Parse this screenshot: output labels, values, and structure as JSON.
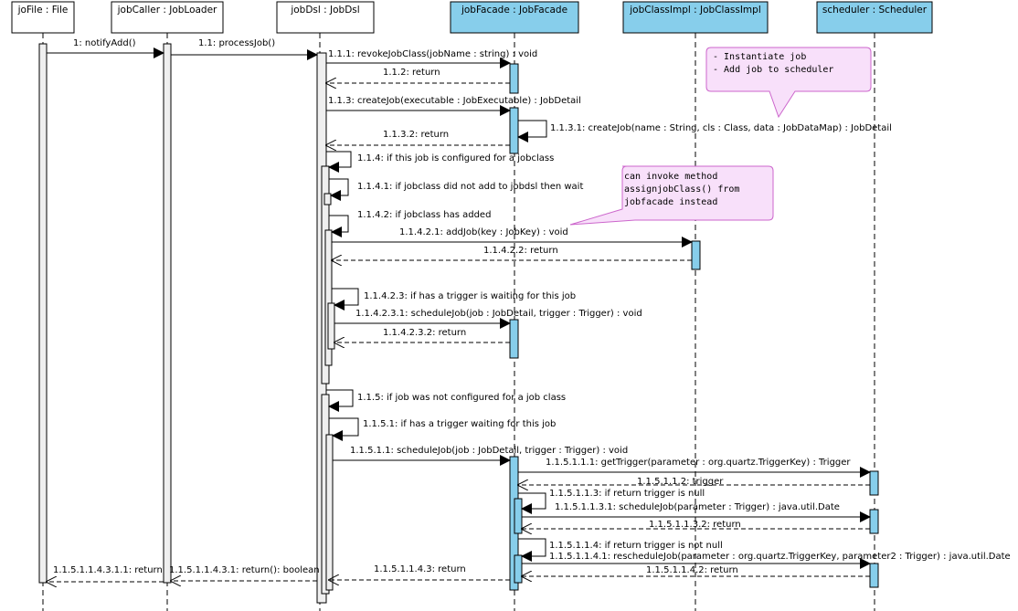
{
  "participants": [
    {
      "id": "jofile",
      "label": "joFile : File",
      "highlight": false
    },
    {
      "id": "jobcaller",
      "label": "jobCaller : JobLoader",
      "highlight": false
    },
    {
      "id": "jobdsl",
      "label": "jobDsl : JobDsl",
      "highlight": false
    },
    {
      "id": "jobfacade",
      "label": "jobFacade : JobFacade",
      "highlight": true
    },
    {
      "id": "jobclassimpl",
      "label": "jobClassImpl : JobClassImpl",
      "highlight": true
    },
    {
      "id": "scheduler",
      "label": "scheduler : Scheduler",
      "highlight": true
    }
  ],
  "messages": [
    {
      "id": "m1",
      "label": "1: notifyAdd()",
      "from": "jofile",
      "to": "jobcaller",
      "kind": "sync"
    },
    {
      "id": "m1_1",
      "label": "1.1: processJob()",
      "from": "jobcaller",
      "to": "jobdsl",
      "kind": "sync"
    },
    {
      "id": "m1_1_1",
      "label": "1.1.1: revokeJobClass(jobName : string) : void",
      "from": "jobdsl",
      "to": "jobfacade",
      "kind": "sync"
    },
    {
      "id": "m1_1_2",
      "label": "1.1.2: return",
      "from": "jobfacade",
      "to": "jobdsl",
      "kind": "return"
    },
    {
      "id": "m1_1_3",
      "label": "1.1.3: createJob(executable : JobExecutable) : JobDetail",
      "from": "jobdsl",
      "to": "jobfacade",
      "kind": "sync"
    },
    {
      "id": "m1_1_3_1",
      "label": "1.1.3.1: createJob(name : String, cls : Class, data : JobDataMap) : JobDetail",
      "from": "jobfacade",
      "to": "jobfacade",
      "kind": "self"
    },
    {
      "id": "m1_1_3_2",
      "label": "1.1.3.2: return",
      "from": "jobfacade",
      "to": "jobdsl",
      "kind": "return"
    },
    {
      "id": "m1_1_4",
      "label": "1.1.4: if this job is configured for a jobclass",
      "from": "jobdsl",
      "to": "jobdsl",
      "kind": "self"
    },
    {
      "id": "m1_1_4_1",
      "label": "1.1.4.1: if jobclass did not add to jobdsl then wait",
      "from": "jobdsl",
      "to": "jobdsl",
      "kind": "self"
    },
    {
      "id": "m1_1_4_2",
      "label": "1.1.4.2: if jobclass has added",
      "from": "jobdsl",
      "to": "jobdsl",
      "kind": "self"
    },
    {
      "id": "m1_1_4_2_1",
      "label": "1.1.4.2.1: addJob(key : JobKey) : void",
      "from": "jobdsl",
      "to": "jobclassimpl",
      "kind": "sync"
    },
    {
      "id": "m1_1_4_2_2",
      "label": "1.1.4.2.2: return",
      "from": "jobclassimpl",
      "to": "jobdsl",
      "kind": "return"
    },
    {
      "id": "m1_1_4_2_3",
      "label": "1.1.4.2.3: if has a trigger is waiting for this job",
      "from": "jobdsl",
      "to": "jobdsl",
      "kind": "self"
    },
    {
      "id": "m1_1_4_2_3_1",
      "label": "1.1.4.2.3.1: scheduleJob(job : JobDetail, trigger : Trigger) : void",
      "from": "jobdsl",
      "to": "jobfacade",
      "kind": "sync"
    },
    {
      "id": "m1_1_4_2_3_2",
      "label": "1.1.4.2.3.2: return",
      "from": "jobfacade",
      "to": "jobdsl",
      "kind": "return"
    },
    {
      "id": "m1_1_5",
      "label": "1.1.5: if job was not configured for a job class",
      "from": "jobdsl",
      "to": "jobdsl",
      "kind": "self"
    },
    {
      "id": "m1_1_5_1",
      "label": "1.1.5.1: if has a trigger waiting for this job",
      "from": "jobdsl",
      "to": "jobdsl",
      "kind": "self"
    },
    {
      "id": "m1_1_5_1_1",
      "label": "1.1.5.1.1: scheduleJob(job : JobDetail, trigger : Trigger) : void",
      "from": "jobdsl",
      "to": "jobfacade",
      "kind": "sync"
    },
    {
      "id": "m1_1_5_1_1_1",
      "label": "1.1.5.1.1.1: getTrigger(parameter : org.quartz.TriggerKey) : Trigger",
      "from": "jobfacade",
      "to": "scheduler",
      "kind": "sync"
    },
    {
      "id": "m1_1_5_1_1_2",
      "label": "1.1.5.1.1.2: trigger",
      "from": "scheduler",
      "to": "jobfacade",
      "kind": "return"
    },
    {
      "id": "m1_1_5_1_1_3",
      "label": "1.1.5.1.1.3: if return trigger is null",
      "from": "jobfacade",
      "to": "jobfacade",
      "kind": "self"
    },
    {
      "id": "m1_1_5_1_1_3_1",
      "label": "1.1.5.1.1.3.1: scheduleJob(parameter : Trigger) : java.util.Date",
      "from": "jobfacade",
      "to": "scheduler",
      "kind": "sync"
    },
    {
      "id": "m1_1_5_1_1_3_2",
      "label": "1.1.5.1.1.3.2: return",
      "from": "scheduler",
      "to": "jobfacade",
      "kind": "return"
    },
    {
      "id": "m1_1_5_1_1_4",
      "label": "1.1.5.1.1.4: if return trigger is not null",
      "from": "jobfacade",
      "to": "jobfacade",
      "kind": "self"
    },
    {
      "id": "m1_1_5_1_1_4_1",
      "label": "1.1.5.1.1.4.1: rescheduleJob(parameter : org.quartz.TriggerKey, parameter2 : Trigger) : java.util.Date",
      "from": "jobfacade",
      "to": "scheduler",
      "kind": "sync"
    },
    {
      "id": "m1_1_5_1_1_4_2",
      "label": "1.1.5.1.1.4.2: return",
      "from": "scheduler",
      "to": "jobfacade",
      "kind": "return"
    },
    {
      "id": "m1_1_5_1_1_4_3",
      "label": "1.1.5.1.1.4.3: return",
      "from": "jobfacade",
      "to": "jobdsl",
      "kind": "return"
    },
    {
      "id": "m1_1_5_1_1_4_3_1",
      "label": "1.1.5.1.1.4.3.1: return(): boolean",
      "from": "jobdsl",
      "to": "jobcaller",
      "kind": "return"
    },
    {
      "id": "m1_1_5_1_1_4_3_1_1",
      "label": "1.1.5.1.1.4.3.1.1: return",
      "from": "jobcaller",
      "to": "jofile",
      "kind": "return"
    }
  ],
  "notes": [
    {
      "id": "note1",
      "lines": [
        "- Instantiate job",
        "- Add job to scheduler"
      ]
    },
    {
      "id": "note2",
      "lines": [
        "can invoke method",
        "assignjobClass() from",
        "jobfacade instead"
      ]
    }
  ],
  "colors": {
    "header_plain": "#ffffff",
    "header_highlight": "#87ceeb",
    "activation_plain": "#efefef",
    "activation_highlight": "#87ceeb",
    "note_fill": "#f8e0fa",
    "note_stroke": "#cc66cc",
    "line": "#000000"
  }
}
